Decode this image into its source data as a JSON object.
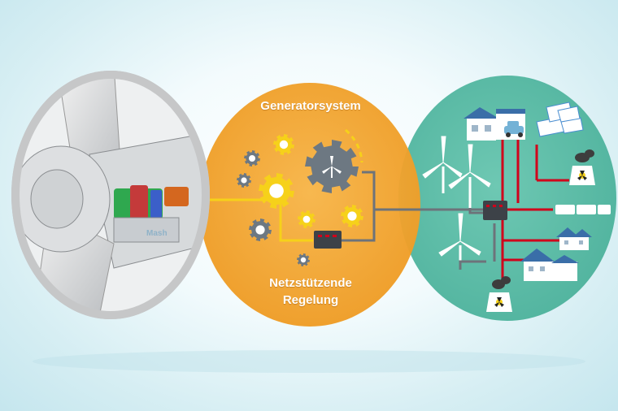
{
  "labels": {
    "generator_system": "Generatorsystem",
    "regelung_line1": "Netzstützende",
    "regelung_line2": "Regelung",
    "nacelle_text": "Mash"
  },
  "colors": {
    "left_circle": "#c9cacb",
    "center_circle": "#f0a030",
    "right_circle": "#5fbfaa",
    "grid_lines": "#d0021b",
    "connector": "#808890",
    "gear_yellow": "#f6d11a",
    "gear_gray": "#6d7882"
  },
  "icons": [
    "wind-turbine-hub-icon",
    "gear-icon",
    "turbine-gear-icon",
    "inverter-box-icon",
    "wind-turbine-icon",
    "house-icon",
    "car-icon",
    "solar-panel-icon",
    "nuclear-plant-icon",
    "storage-tank-icon"
  ]
}
